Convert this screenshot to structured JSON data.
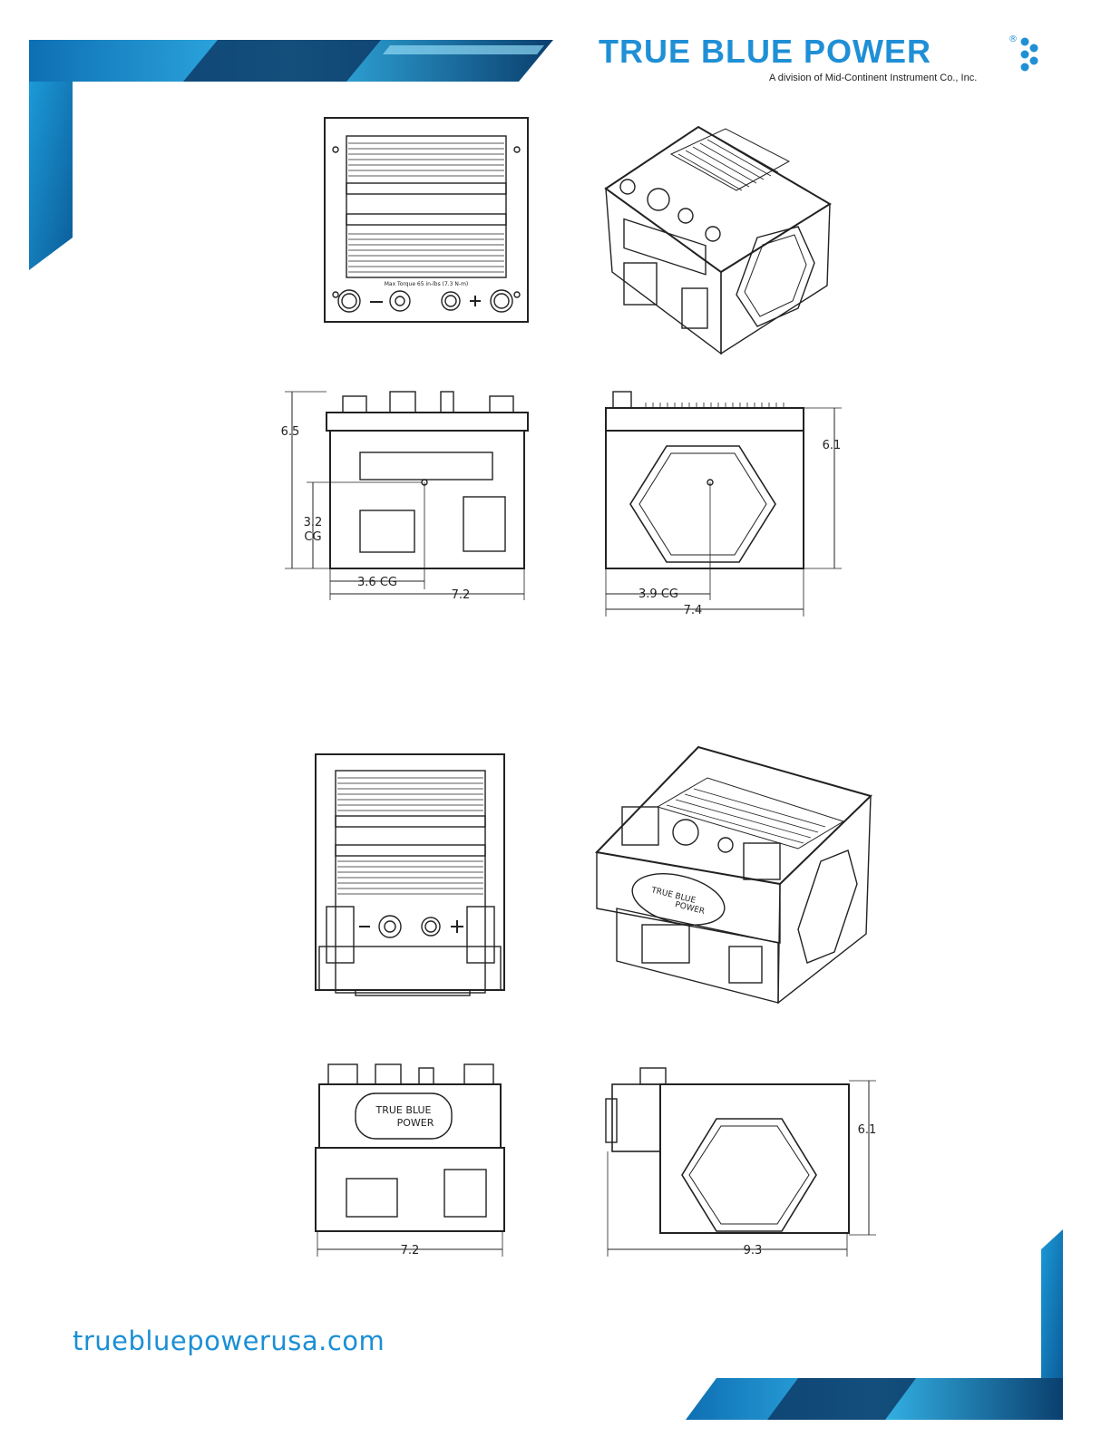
{
  "brand": {
    "name": "TRUE BLUE POWER",
    "registered": "®",
    "tagline": "A division of Mid-Continent Instrument Co., Inc.",
    "color": "#1f8fd6"
  },
  "footer": {
    "url": "truebluepowerusa.com"
  },
  "drawings": {
    "unit_top_label": "Max Torque 65 in-lbs (7.3 N-m)",
    "terminal_minus": "−",
    "terminal_plus": "+",
    "dims": {
      "front_height": "6.5",
      "front_cg_height": "3.2",
      "front_cg_label": "CG",
      "front_cg_width": "3.6 CG",
      "front_width": "7.2",
      "side_height": "6.1",
      "side_cg_width": "3.9 CG",
      "side_width": "7.4",
      "kit_front_width": "7.2",
      "kit_side_height": "6.1",
      "kit_side_width": "9.3"
    },
    "panel_logo_line1": "TRUE BLUE",
    "panel_logo_line2": "POWER"
  }
}
